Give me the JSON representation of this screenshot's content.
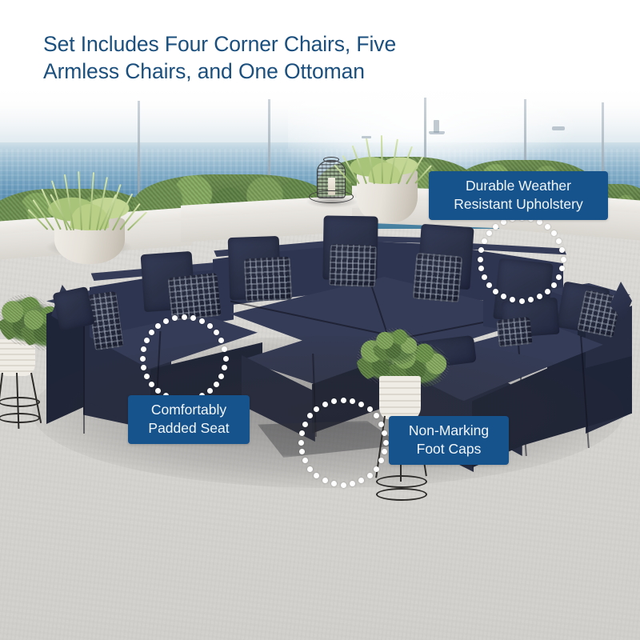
{
  "headline": {
    "text": "Set Includes Four Corner Chairs, Five\nArmless Chairs, and One Ottoman",
    "color": "#1a4f7e"
  },
  "badges": [
    {
      "id": "durable-weather-resistant-upholstery",
      "text": "Durable Weather\nResistant Upholstery",
      "color": "#16528c",
      "text_color": "#f2f6fa"
    },
    {
      "id": "comfortably-padded-seat",
      "text": "Comfortably\nPadded Seat",
      "color": "#16528c",
      "text_color": "#f2f6fa"
    },
    {
      "id": "non-marking-foot-caps",
      "text": "Non-Marking\nFoot Caps",
      "color": "#16528c",
      "text_color": "#f2f6fa"
    }
  ],
  "annotations": [
    {
      "id": "upholstery-highlight",
      "target": "back-cushion-pillow",
      "shape": "dotted-circle",
      "dots": 28,
      "dot_color": "#ffffff"
    },
    {
      "id": "seat-highlight",
      "target": "seat-cushion",
      "shape": "dotted-circle",
      "dots": 28,
      "dot_color": "#ffffff"
    },
    {
      "id": "foot-cap-highlight",
      "target": "ottoman-foot",
      "shape": "dotted-circle",
      "dots": 28,
      "dot_color": "#ffffff"
    }
  ],
  "product": {
    "name": "Modular Outdoor Patio Sectional Set",
    "configuration": "U-shaped sectional",
    "upholstery_color": "#2b3149",
    "upholstery_color_name": "Navy",
    "pieces": [
      {
        "type": "Corner Chair",
        "count": 4
      },
      {
        "type": "Armless Chair",
        "count": 5
      },
      {
        "type": "Ottoman",
        "count": 1
      }
    ]
  },
  "scene": {
    "setting": "oceanfront rooftop terrace",
    "floor_color": "#d6d4d0",
    "wall_color": "#e6e3de",
    "ocean_color": "#5f93b6",
    "sky_color": "#f3f6f8",
    "hedge_color": "#5d7f46",
    "planter_color": "#e6e2da",
    "foliage_color": "#63874a",
    "props": [
      "cream ceramic planter with ornamental grass",
      "cream ceramic planter with topiary shrub on black wire stand",
      "black wire candle lantern",
      "glass railing posts",
      "green hedge border"
    ]
  }
}
